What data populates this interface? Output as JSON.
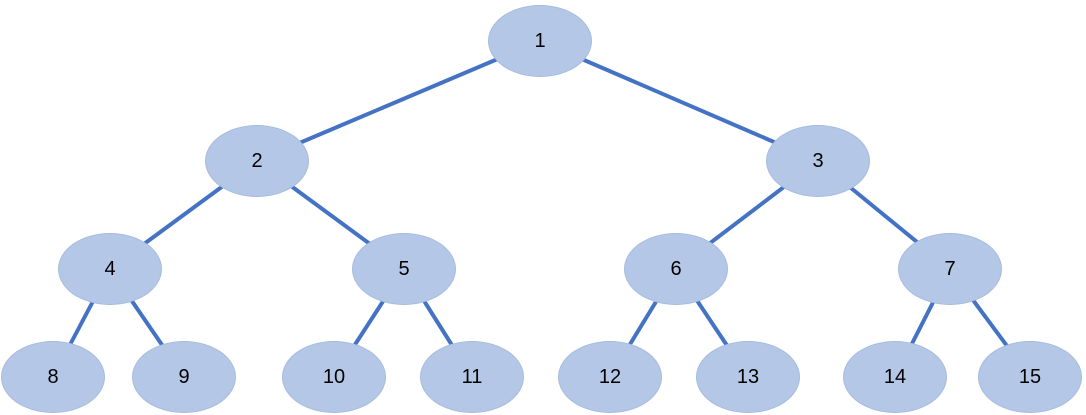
{
  "diagram": {
    "type": "binary-tree",
    "background": "#ffffff",
    "colors": {
      "node_fill": "#b4c7e7",
      "node_border": "#a6bbde",
      "edge_stroke": "#4472c4",
      "label_text": "#000000"
    },
    "nodes": [
      {
        "id": 1,
        "label": "1",
        "parent": null,
        "level": 1
      },
      {
        "id": 2,
        "label": "2",
        "parent": 1,
        "level": 2
      },
      {
        "id": 3,
        "label": "3",
        "parent": 1,
        "level": 2
      },
      {
        "id": 4,
        "label": "4",
        "parent": 2,
        "level": 3
      },
      {
        "id": 5,
        "label": "5",
        "parent": 2,
        "level": 3
      },
      {
        "id": 6,
        "label": "6",
        "parent": 3,
        "level": 3
      },
      {
        "id": 7,
        "label": "7",
        "parent": 3,
        "level": 3
      },
      {
        "id": 8,
        "label": "8",
        "parent": 4,
        "level": 4
      },
      {
        "id": 9,
        "label": "9",
        "parent": 4,
        "level": 4
      },
      {
        "id": 10,
        "label": "10",
        "parent": 5,
        "level": 4
      },
      {
        "id": 11,
        "label": "11",
        "parent": 5,
        "level": 4
      },
      {
        "id": 12,
        "label": "12",
        "parent": 6,
        "level": 4
      },
      {
        "id": 13,
        "label": "13",
        "parent": 6,
        "level": 4
      },
      {
        "id": 14,
        "label": "14",
        "parent": 7,
        "level": 4
      },
      {
        "id": 15,
        "label": "15",
        "parent": 7,
        "level": 4
      }
    ],
    "edges": [
      [
        1,
        2
      ],
      [
        1,
        3
      ],
      [
        2,
        4
      ],
      [
        2,
        5
      ],
      [
        3,
        6
      ],
      [
        3,
        7
      ],
      [
        4,
        8
      ],
      [
        4,
        9
      ],
      [
        5,
        10
      ],
      [
        5,
        11
      ],
      [
        6,
        12
      ],
      [
        6,
        13
      ],
      [
        7,
        14
      ],
      [
        7,
        15
      ]
    ]
  }
}
